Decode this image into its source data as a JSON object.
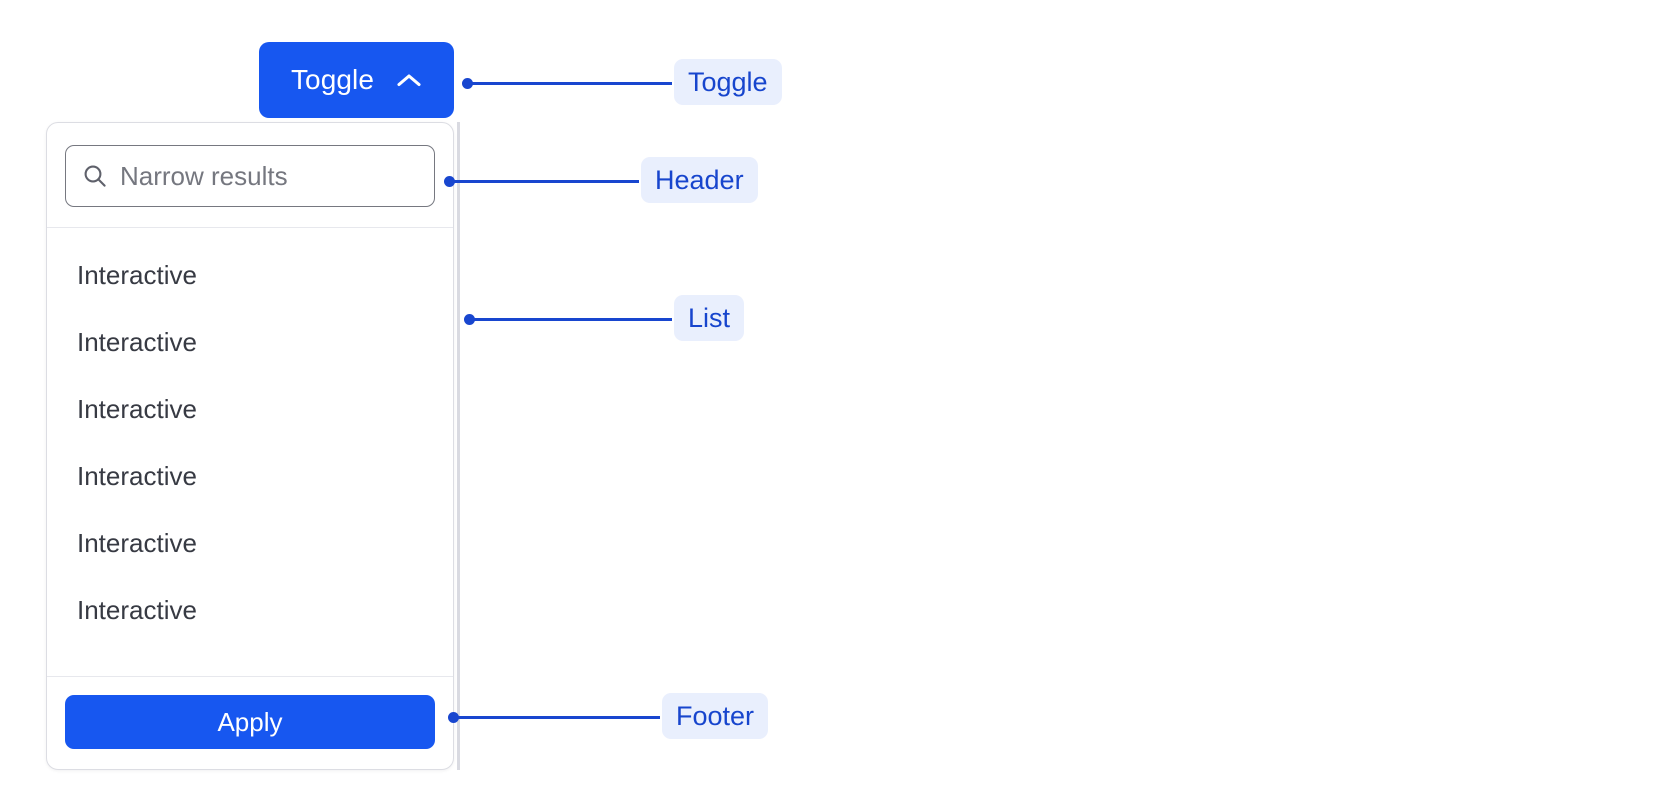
{
  "toggle": {
    "label": "Toggle",
    "icon": "chevron-up-icon",
    "background_color": "#1757f0",
    "text_color": "#ffffff"
  },
  "popover": {
    "header": {
      "search": {
        "icon": "search-icon",
        "placeholder": "Narrow results",
        "value": ""
      }
    },
    "list": {
      "items": [
        {
          "label": "Interactive"
        },
        {
          "label": "Interactive"
        },
        {
          "label": "Interactive"
        },
        {
          "label": "Interactive"
        },
        {
          "label": "Interactive"
        },
        {
          "label": "Interactive"
        }
      ]
    },
    "footer": {
      "apply_label": "Apply",
      "apply_background_color": "#1757f0",
      "apply_text_color": "#ffffff"
    },
    "border_color": "#dcdde3",
    "background_color": "#ffffff"
  },
  "annotations": {
    "accent_color": "#1846cf",
    "pill_background_color": "#e9effd",
    "pill_text_color": "#1745cd",
    "guide_color": "#d9dae1",
    "callouts": [
      {
        "label": "Toggle",
        "target": "toggle-button"
      },
      {
        "label": "Header",
        "target": "popover-header"
      },
      {
        "label": "List",
        "target": "popover-list"
      },
      {
        "label": "Footer",
        "target": "popover-footer"
      }
    ]
  }
}
